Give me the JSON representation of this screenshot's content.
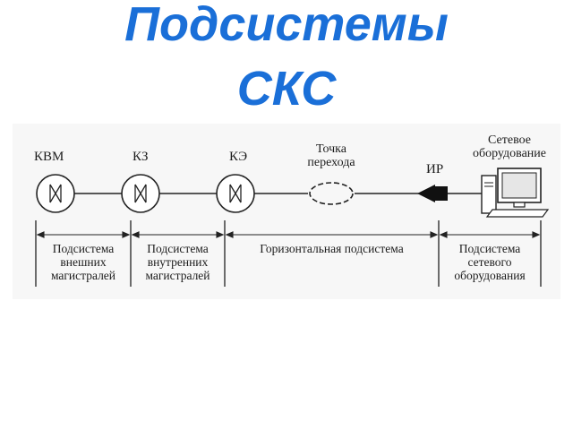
{
  "title": {
    "line1": "Подсистемы",
    "line2": "СКС",
    "color": "#1a6fd8"
  },
  "diagram": {
    "nodes": {
      "kvm": "КВМ",
      "kz": "КЗ",
      "ke": "КЭ",
      "transition_point": [
        "Точка",
        "перехода"
      ],
      "ir": "ИР",
      "equipment": [
        "Сетевое",
        "оборудование"
      ]
    },
    "segments": {
      "external": [
        "Подсистема",
        "внешних",
        "магистралей"
      ],
      "internal": [
        "Подсистема",
        "внутренних",
        "магистралей"
      ],
      "horizontal": "Горизонтальная подсистема",
      "network_equipment": [
        "Подсистема",
        "сетевого",
        "оборудования"
      ]
    },
    "icons": [
      "cross-connect-icon",
      "transition-point-icon",
      "outlet-plug-icon",
      "computer-icon"
    ]
  }
}
